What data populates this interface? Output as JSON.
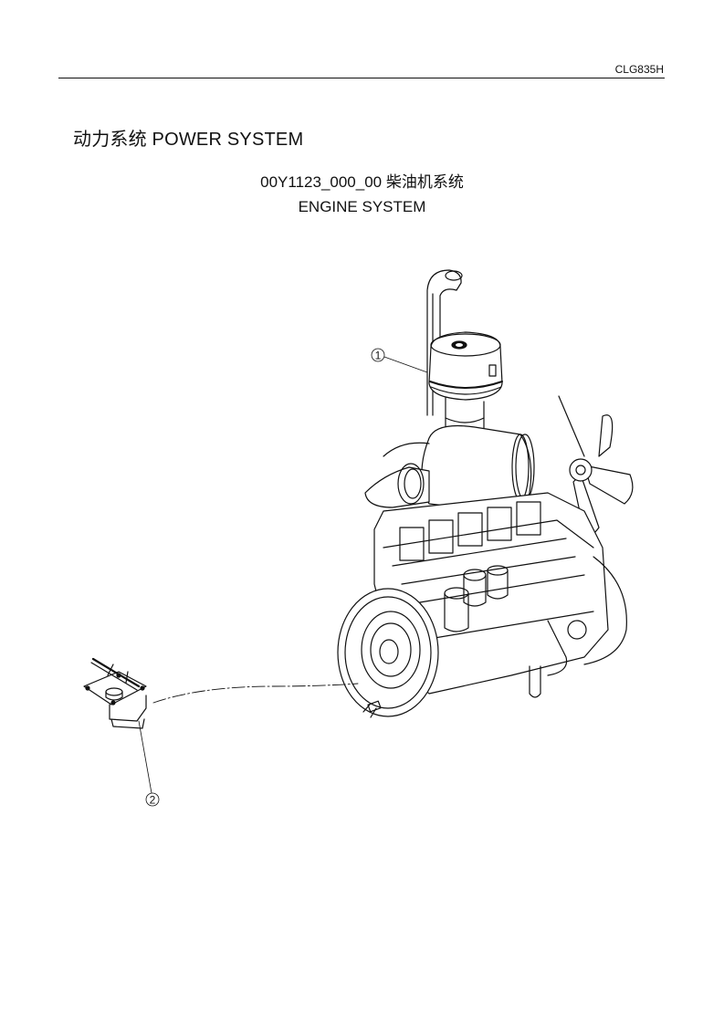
{
  "header": {
    "model_code": "CLG835H"
  },
  "section": {
    "title_cn": "动力系统",
    "title_en": "POWER SYSTEM",
    "title": "动力系统  POWER SYSTEM"
  },
  "figure": {
    "part_number": "00Y1123_000_00",
    "title_cn": "柴油机系统",
    "title_line1": "00Y1123_000_00  柴油机系统",
    "title_line2": "ENGINE SYSTEM",
    "callouts": [
      {
        "number": "1",
        "label": "①",
        "component": "air-cleaner"
      },
      {
        "number": "2",
        "label": "②",
        "component": "accelerator-pedal"
      }
    ]
  }
}
